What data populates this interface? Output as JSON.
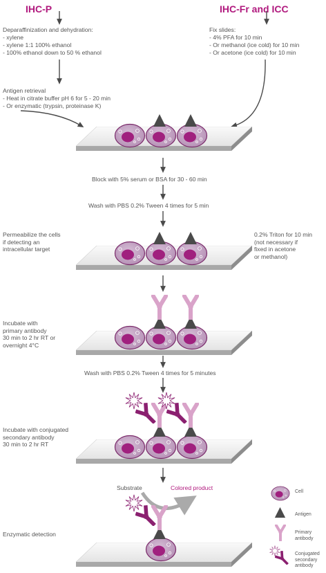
{
  "headers": {
    "left": "IHC-P",
    "right": "IHC-Fr and ICC"
  },
  "left_prep": {
    "title": "Deparaffinization and dehydration:",
    "items": [
      "- xylene",
      "- xylene 1:1 100% ethanol",
      "- 100% ethanol down to 50 % ethanol"
    ]
  },
  "antigen_retrieval": {
    "title": "Antigen retrieval",
    "items": [
      "- Heat in citrate buffer pH 6 for 5 - 20 min",
      "- Or enzymatic (trypsin, proteinase K)"
    ]
  },
  "right_prep": {
    "title": "Fix slides:",
    "items": [
      "- 4% PFA for 10 min",
      "- Or methanol (ice cold) for 10 min",
      "- Or acetone (ice cold) for 10 min"
    ]
  },
  "steps": {
    "block": "Block with 5% serum or BSA for 30 - 60 min",
    "wash1": "Wash with PBS 0.2% Tween 4 times for 5 min",
    "permeabilize": "Permeabilize the cells\nif detecting an\nintracellular target",
    "triton": "0.2% Triton for 10 min\n(not necessary if\nfixed in acetone\nor methanol)",
    "primary": "Incubate with\nprimary antibody\n30 min to 2 hr RT or\novernight 4°C",
    "wash2": "Wash with PBS 0.2% Tween 4 times for 5 minutes",
    "secondary": "Incubate with conjugated\nsecondary antibody\n30 min to 2 hr RT",
    "substrate": "Substrate",
    "colored": "Colored product",
    "enzymatic": "Enzymatic detection"
  },
  "legend": {
    "cell": "Cell",
    "antigen": "Antigen",
    "primary": "Primary\nantibody",
    "secondary": "Conjugated\nsecondary\nantibody"
  },
  "colors": {
    "magenta": "#b0187d",
    "cell_fill": "#c4a8c4",
    "nucleus": "#a0207e",
    "antigen": "#4a4a4a",
    "primary_ab": "#d9a3c9",
    "secondary_ab": "#8b2070",
    "slide": "#a8a8a8"
  }
}
